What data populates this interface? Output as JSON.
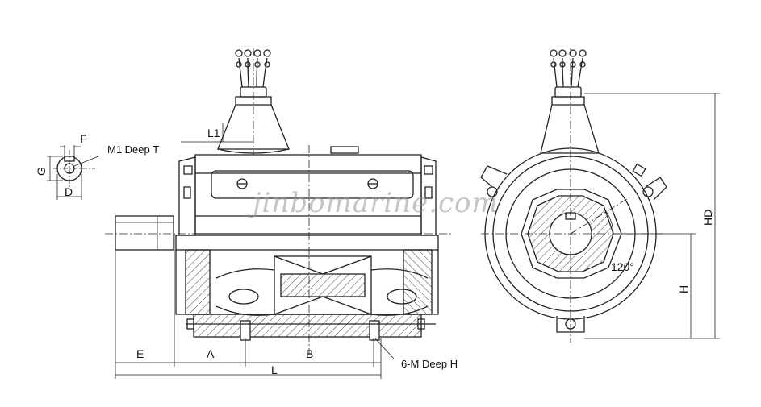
{
  "watermark": "jinbomarine.com",
  "notes": {
    "m1_deep_t": "M1 Deep T",
    "six_m_deep_h": "6-M Deep H"
  },
  "dims": {
    "F": "F",
    "G": "G",
    "D": "D",
    "L1": "L1",
    "E": "E",
    "A": "A",
    "B": "B",
    "L": "L",
    "H": "H",
    "HD": "HD",
    "angle": "120°"
  }
}
